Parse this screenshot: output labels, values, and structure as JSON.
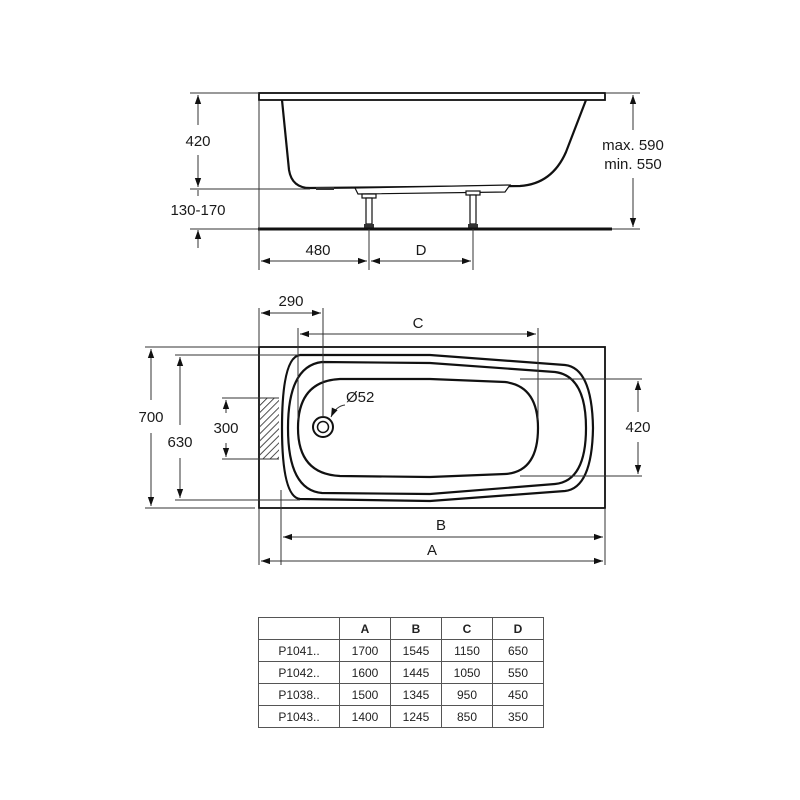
{
  "side_view": {
    "height_rim": "420",
    "leg_height": "130-170",
    "total_height_max": "max. 590",
    "total_height_min": "min. 550",
    "leg_offset": "480",
    "leg_spacing": "D"
  },
  "top_view": {
    "drain_offset": "290",
    "inner_length": "C",
    "outer_width": "700",
    "inner_width": "630",
    "access_panel": "300",
    "drain_diameter": "Ø52",
    "bottom_width": "420",
    "inner_rim_length": "B",
    "overall_length": "A"
  },
  "table": {
    "headers": [
      "",
      "A",
      "B",
      "C",
      "D"
    ],
    "rows": [
      {
        "model": "P1041..",
        "A": "1700",
        "B": "1545",
        "C": "1150",
        "D": "650"
      },
      {
        "model": "P1042..",
        "A": "1600",
        "B": "1445",
        "C": "1050",
        "D": "550"
      },
      {
        "model": "P1038..",
        "A": "1500",
        "B": "1345",
        "C": "950",
        "D": "450"
      },
      {
        "model": "P1043..",
        "A": "1400",
        "B": "1245",
        "C": "850",
        "D": "350"
      }
    ]
  }
}
